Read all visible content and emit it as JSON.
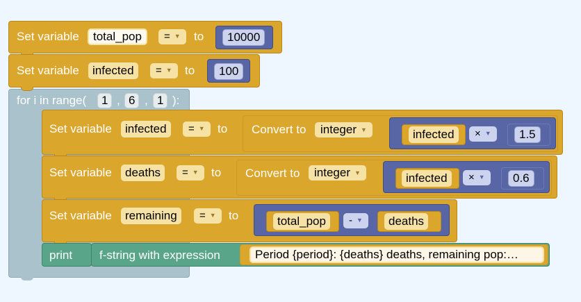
{
  "keywords": {
    "set_variable": "Set variable",
    "to": "to",
    "for_prefix": "for i in range(",
    "for_suffix": "):",
    "comma": ",",
    "convert_to": "Convert to",
    "print": "print",
    "fstring": "f-string with expression"
  },
  "blocks": {
    "set_total_pop": {
      "var": "total_pop",
      "op": "=",
      "value": "10000"
    },
    "set_infected": {
      "var": "infected",
      "op": "=",
      "value": "100"
    },
    "for_loop": {
      "start": "1",
      "stop": "6",
      "step": "1"
    },
    "loop_infected": {
      "var": "infected",
      "op": "=",
      "type": "integer",
      "left": "infected",
      "operator": "×",
      "right": "1.5"
    },
    "loop_deaths": {
      "var": "deaths",
      "op": "=",
      "type": "integer",
      "left": "infected",
      "operator": "×",
      "right": "0.6"
    },
    "loop_remaining": {
      "var": "remaining",
      "op": "=",
      "left": "total_pop",
      "operator": "-",
      "right": "deaths"
    },
    "print_line": {
      "text": "Period {period}: {deaths} deaths, remaining pop:…"
    }
  },
  "colors": {
    "background": "#eef6ff",
    "variables_gold": "#dba62c",
    "math_blue": "#5966a6",
    "loop_grey": "#a9c2cc",
    "print_green": "#58a58a"
  }
}
